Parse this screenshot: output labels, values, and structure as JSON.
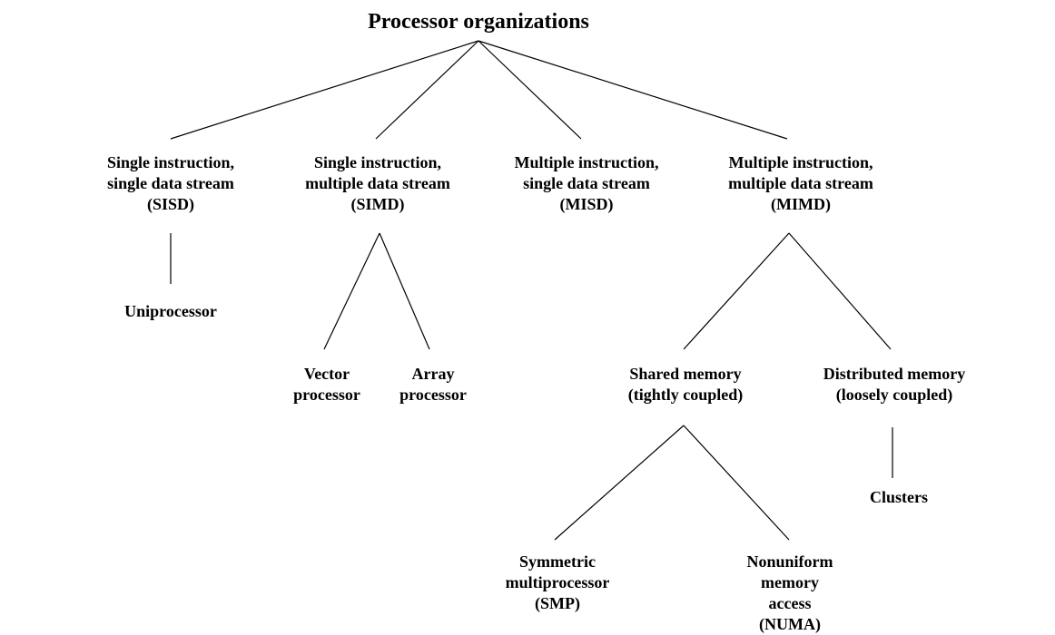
{
  "title": "Processor organizations",
  "categories": {
    "sisd": {
      "line1": "Single instruction,",
      "line2": "single data stream",
      "line3": "(SISD)"
    },
    "simd": {
      "line1": "Single instruction,",
      "line2": "multiple data stream",
      "line3": "(SIMD)"
    },
    "misd": {
      "line1": "Multiple instruction,",
      "line2": "single data stream",
      "line3": "(MISD)"
    },
    "mimd": {
      "line1": "Multiple instruction,",
      "line2": "multiple data stream",
      "line3": "(MIMD)"
    }
  },
  "sisd_children": {
    "uniprocessor": "Uniprocessor"
  },
  "simd_children": {
    "vector": {
      "line1": "Vector",
      "line2": "processor"
    },
    "array": {
      "line1": "Array",
      "line2": "processor"
    }
  },
  "mimd_children": {
    "shared": {
      "line1": "Shared memory",
      "line2": "(tightly coupled)"
    },
    "distributed": {
      "line1": "Distributed memory",
      "line2": "(loosely coupled)"
    }
  },
  "shared_children": {
    "smp": {
      "line1": "Symmetric",
      "line2": "multiprocessor",
      "line3": "(SMP)"
    },
    "numa": {
      "line1": "Nonuniform",
      "line2": "memory",
      "line3": "access",
      "line4": "(NUMA)"
    }
  },
  "distributed_children": {
    "clusters": "Clusters"
  }
}
